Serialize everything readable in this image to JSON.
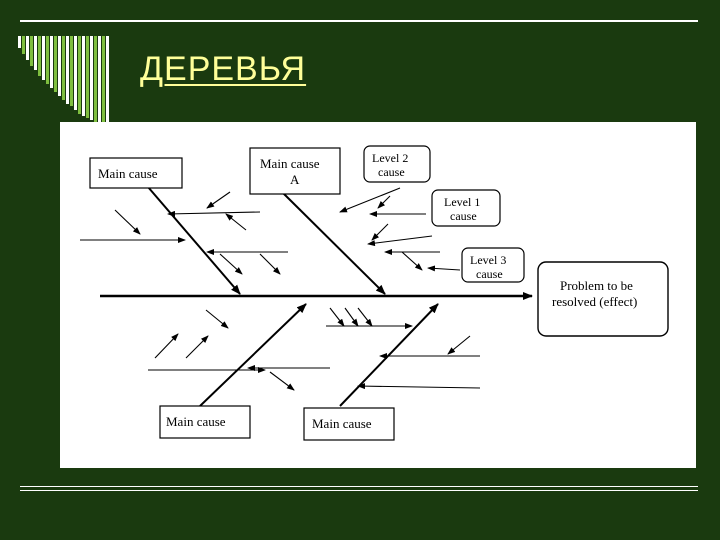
{
  "slide": {
    "title": "ДЕРЕВЬЯ",
    "accent_color": "#ffff99",
    "background_color": "#1a3a0f"
  },
  "diagram": {
    "type": "fishbone",
    "effect_label_line1": "Problem to be",
    "effect_label_line2": "resolved (effect)",
    "main_cause_top_left": "Main cause",
    "main_cause_a_line1": "Main cause",
    "main_cause_a_line2": "A",
    "level2_line1": "Level 2",
    "level2_line2": "cause",
    "level1_line1": "Level 1",
    "level1_line2": "cause",
    "level3_line1": "Level 3",
    "level3_line2": "cause",
    "main_cause_bottom_left": "Main cause",
    "main_cause_bottom_right": "Main cause"
  }
}
